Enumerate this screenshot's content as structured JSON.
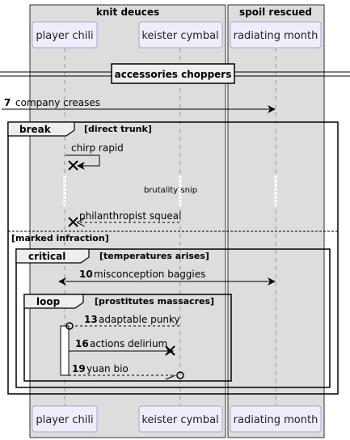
{
  "boxes": [
    {
      "title": "knit deuces"
    },
    {
      "title": "spoil rescued"
    }
  ],
  "participants": [
    {
      "label": "player chili"
    },
    {
      "label": "keister cymbal"
    },
    {
      "label": "radiating month"
    }
  ],
  "divider": {
    "label": "accessories choppers"
  },
  "messages": [
    {
      "number": "7",
      "text": "company creases"
    },
    {
      "number": "",
      "text": "chirp rapid"
    },
    {
      "number": "",
      "text": "philanthropist squeal"
    },
    {
      "number": "10",
      "text": "misconception baggies"
    },
    {
      "number": "13",
      "text": "adaptable punky"
    },
    {
      "number": "16",
      "text": "actions delirium"
    },
    {
      "number": "19",
      "text": "yuan bio"
    }
  ],
  "delay": {
    "label": "brutality snip"
  },
  "fragments": {
    "break": {
      "keyword": "break",
      "guard": "[direct trunk]",
      "else_guard": "[marked infraction]"
    },
    "critical": {
      "keyword": "critical",
      "guard": "[temperatures arises]"
    },
    "loop": {
      "keyword": "loop",
      "guard": "[prostitutes massacres]"
    }
  },
  "colors": {
    "box_fill": "#dddddd",
    "participant_fill": "#eeeefa",
    "participant_border": "#a8a8cc",
    "line": "#000000",
    "lifeline": "#999999"
  }
}
